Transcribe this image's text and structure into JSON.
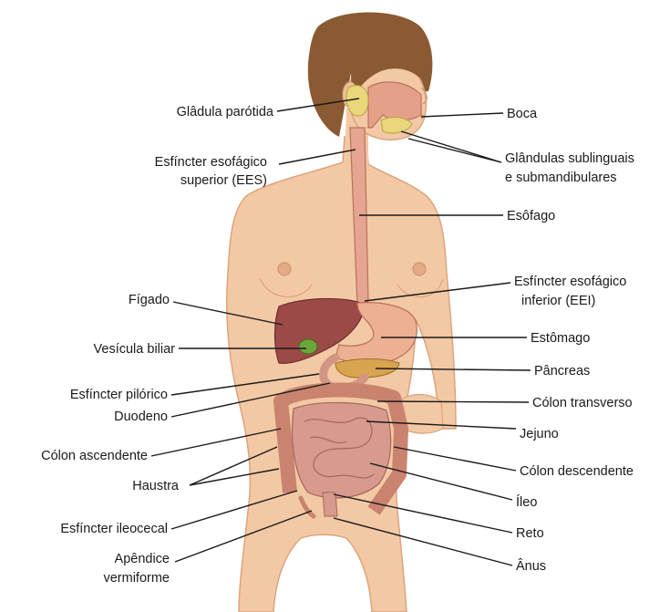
{
  "colors": {
    "skin": "#f2c9a4",
    "skin_shadow": "#dca47e",
    "hair": "#8a5a33",
    "liver": "#9c4a48",
    "gut": "#d79a8c",
    "colon": "#c9836f",
    "stomach": "#eeb093",
    "pancreas": "#d9a44f",
    "gallbladder": "#6aa63a",
    "leader": "#1a1a1a"
  },
  "labels": {
    "parotida": [
      "Glâdula parótida"
    ],
    "ees": [
      "Esfíncter esofágico",
      "superior (EES)"
    ],
    "figado": [
      "Fígado"
    ],
    "vesicula": [
      "Vesícula biliar"
    ],
    "piloric": [
      "Esfíncter pilórico"
    ],
    "duodeno": [
      "Duodeno"
    ],
    "colon_asc": [
      "Cólon ascendente"
    ],
    "haustra": [
      "Haustra"
    ],
    "ileocecal": [
      "Esfíncter ileocecal"
    ],
    "apendice": [
      "Apêndice",
      "vermiforme"
    ],
    "boca": [
      "Boca"
    ],
    "sublinguais": [
      "Glândulas sublinguais",
      "e submandibulares"
    ],
    "esofago": [
      "Esôfago"
    ],
    "eei": [
      "Esfíncter esofágico",
      "inferior (EEI)"
    ],
    "estomago": [
      "Estômago"
    ],
    "pancreas": [
      "Pâncreas"
    ],
    "colon_trans": [
      "Cólon transverso"
    ],
    "jejuno": [
      "Jejuno"
    ],
    "colon_desc": [
      "Cólon descendente"
    ],
    "ileo": [
      "Íleo"
    ],
    "reto": [
      "Reto"
    ],
    "anus": [
      "Ânus"
    ]
  }
}
